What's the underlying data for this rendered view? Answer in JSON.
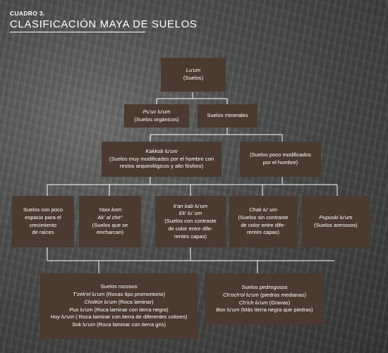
{
  "header": {
    "cuadro": "CUADRO 3.",
    "title": "CLASIFICACIÓN MAYA DE SUELOS"
  },
  "nodes": {
    "root": {
      "l1": "Lu'um",
      "l2": "(Suelos)"
    },
    "puuc": {
      "l1": "Pu'uc lu'um",
      "l2": "(Suelos orgánicos)"
    },
    "minerales": {
      "l1": "Suelos minerales"
    },
    "kakkob": {
      "l1": "Kakkob lu'um",
      "l2": "(Suelos muy modificados por el hombre con",
      "l3": "restos arqueológicos y alto fósforo)"
    },
    "poco_mod": {
      "l1": "(Suelos poco modificados",
      "l2": "por el hombre)"
    },
    "poco_espacio": {
      "l1": "Suelos con poco",
      "l2": "espacio para el",
      "l3": "crecimiento",
      "l4": "de raíces"
    },
    "yaxx": {
      "l1": "Yaxx kom",
      "l2": "Ak' al che\"",
      "l3": "(Suelos que se",
      "l4": "encharcan)"
    },
    "kankab": {
      "l1": "k'an kab lu'um",
      "l2": "Ek' lu' um",
      "l3": "(Suelos con contraste",
      "l4": "de color entre dife-",
      "l5": "rentes capas)"
    },
    "chak": {
      "l1": "Chak lu' um",
      "l2": "(Suelos sin contraste",
      "l3": "de color entre dife-",
      "l4": "rentes capas)"
    },
    "pupuski": {
      "l1": "Pupuski lu'um",
      "l2": "(Suelos arenosos)"
    },
    "rocosos": {
      "title": "Suelos rocosos",
      "r1_term": "T'zek'el lu'um",
      "r1_desc": " (Rocas tipo promontorio)",
      "r2_term": "Choltún lu'um",
      "r2_desc": " (Roca laminar)",
      "r3_term": "Pus lu'um",
      "r3_desc": " (Roca laminar con tierra negra)",
      "r4_term": "Hoy lu'um",
      "r4_desc": " ( Roca laminar con tierra de diferentes colores)",
      "r5_term": "Sok lu'um",
      "r5_desc": " (Roca laminar con tierra gris)"
    },
    "pedregosos": {
      "title": "Suelos pedregosos",
      "r1_term": "Ch'och'ol lu'um",
      "r1_desc": " (piedras medianas)",
      "r2_term": "Ch'ich lu'um",
      "r2_desc": " (Gravas)",
      "r3_term": "Box lu'um",
      "r3_desc": " (Más tierra negra que piedras)"
    }
  }
}
